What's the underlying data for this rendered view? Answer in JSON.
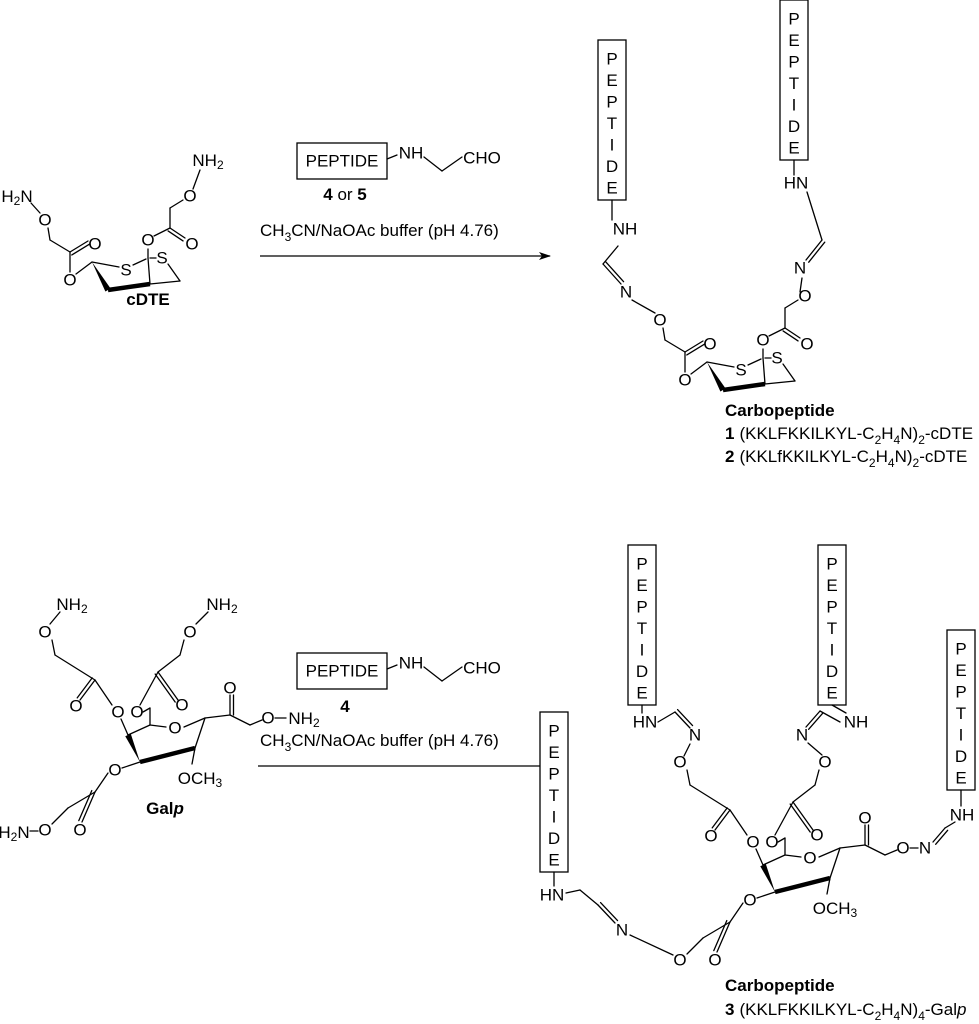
{
  "atoms": {
    "O": "O",
    "S": "S",
    "N": "N",
    "NH": "NH",
    "HN": "HN",
    "NH2": [
      "NH",
      "2"
    ],
    "H2N": [
      "H",
      "2",
      "N"
    ],
    "OCH3": [
      "OCH",
      "3"
    ]
  },
  "peptide": {
    "box_label": "PEPTIDE",
    "letters": [
      "P",
      "E",
      "P",
      "T",
      "I",
      "D",
      "E"
    ],
    "aldehyde_nh": "NH",
    "aldehyde_cho": "CHO"
  },
  "scheme1": {
    "starting_material": "cDTE",
    "reagent_number_a": "4",
    "reagent_or": " or ",
    "reagent_number_b": "5",
    "conditions": [
      "CH",
      "3",
      "CN/NaOAc buffer (pH 4.76)"
    ],
    "product_title": "Carbopeptide",
    "products": [
      {
        "number": "1",
        "formula": [
          "(KKLFKKILKYL-C",
          "2",
          "H",
          "4",
          "N)",
          "2",
          "-cDTE"
        ]
      },
      {
        "number": "2",
        "formula": [
          "(KKLfKKILKYL-C",
          "2",
          "H",
          "4",
          "N)",
          "2",
          "-cDTE"
        ]
      }
    ]
  },
  "scheme2": {
    "starting_material": [
      "Gal",
      "p"
    ],
    "reagent_number": "4",
    "conditions": [
      "CH",
      "3",
      "CN/NaOAc buffer (pH 4.76)"
    ],
    "product_title": "Carbopeptide",
    "products": [
      {
        "number": "3",
        "formula": [
          "(KKLFKKILKYL-C",
          "2",
          "H",
          "4",
          "N)",
          "4",
          "-Gal",
          "p"
        ]
      }
    ]
  }
}
